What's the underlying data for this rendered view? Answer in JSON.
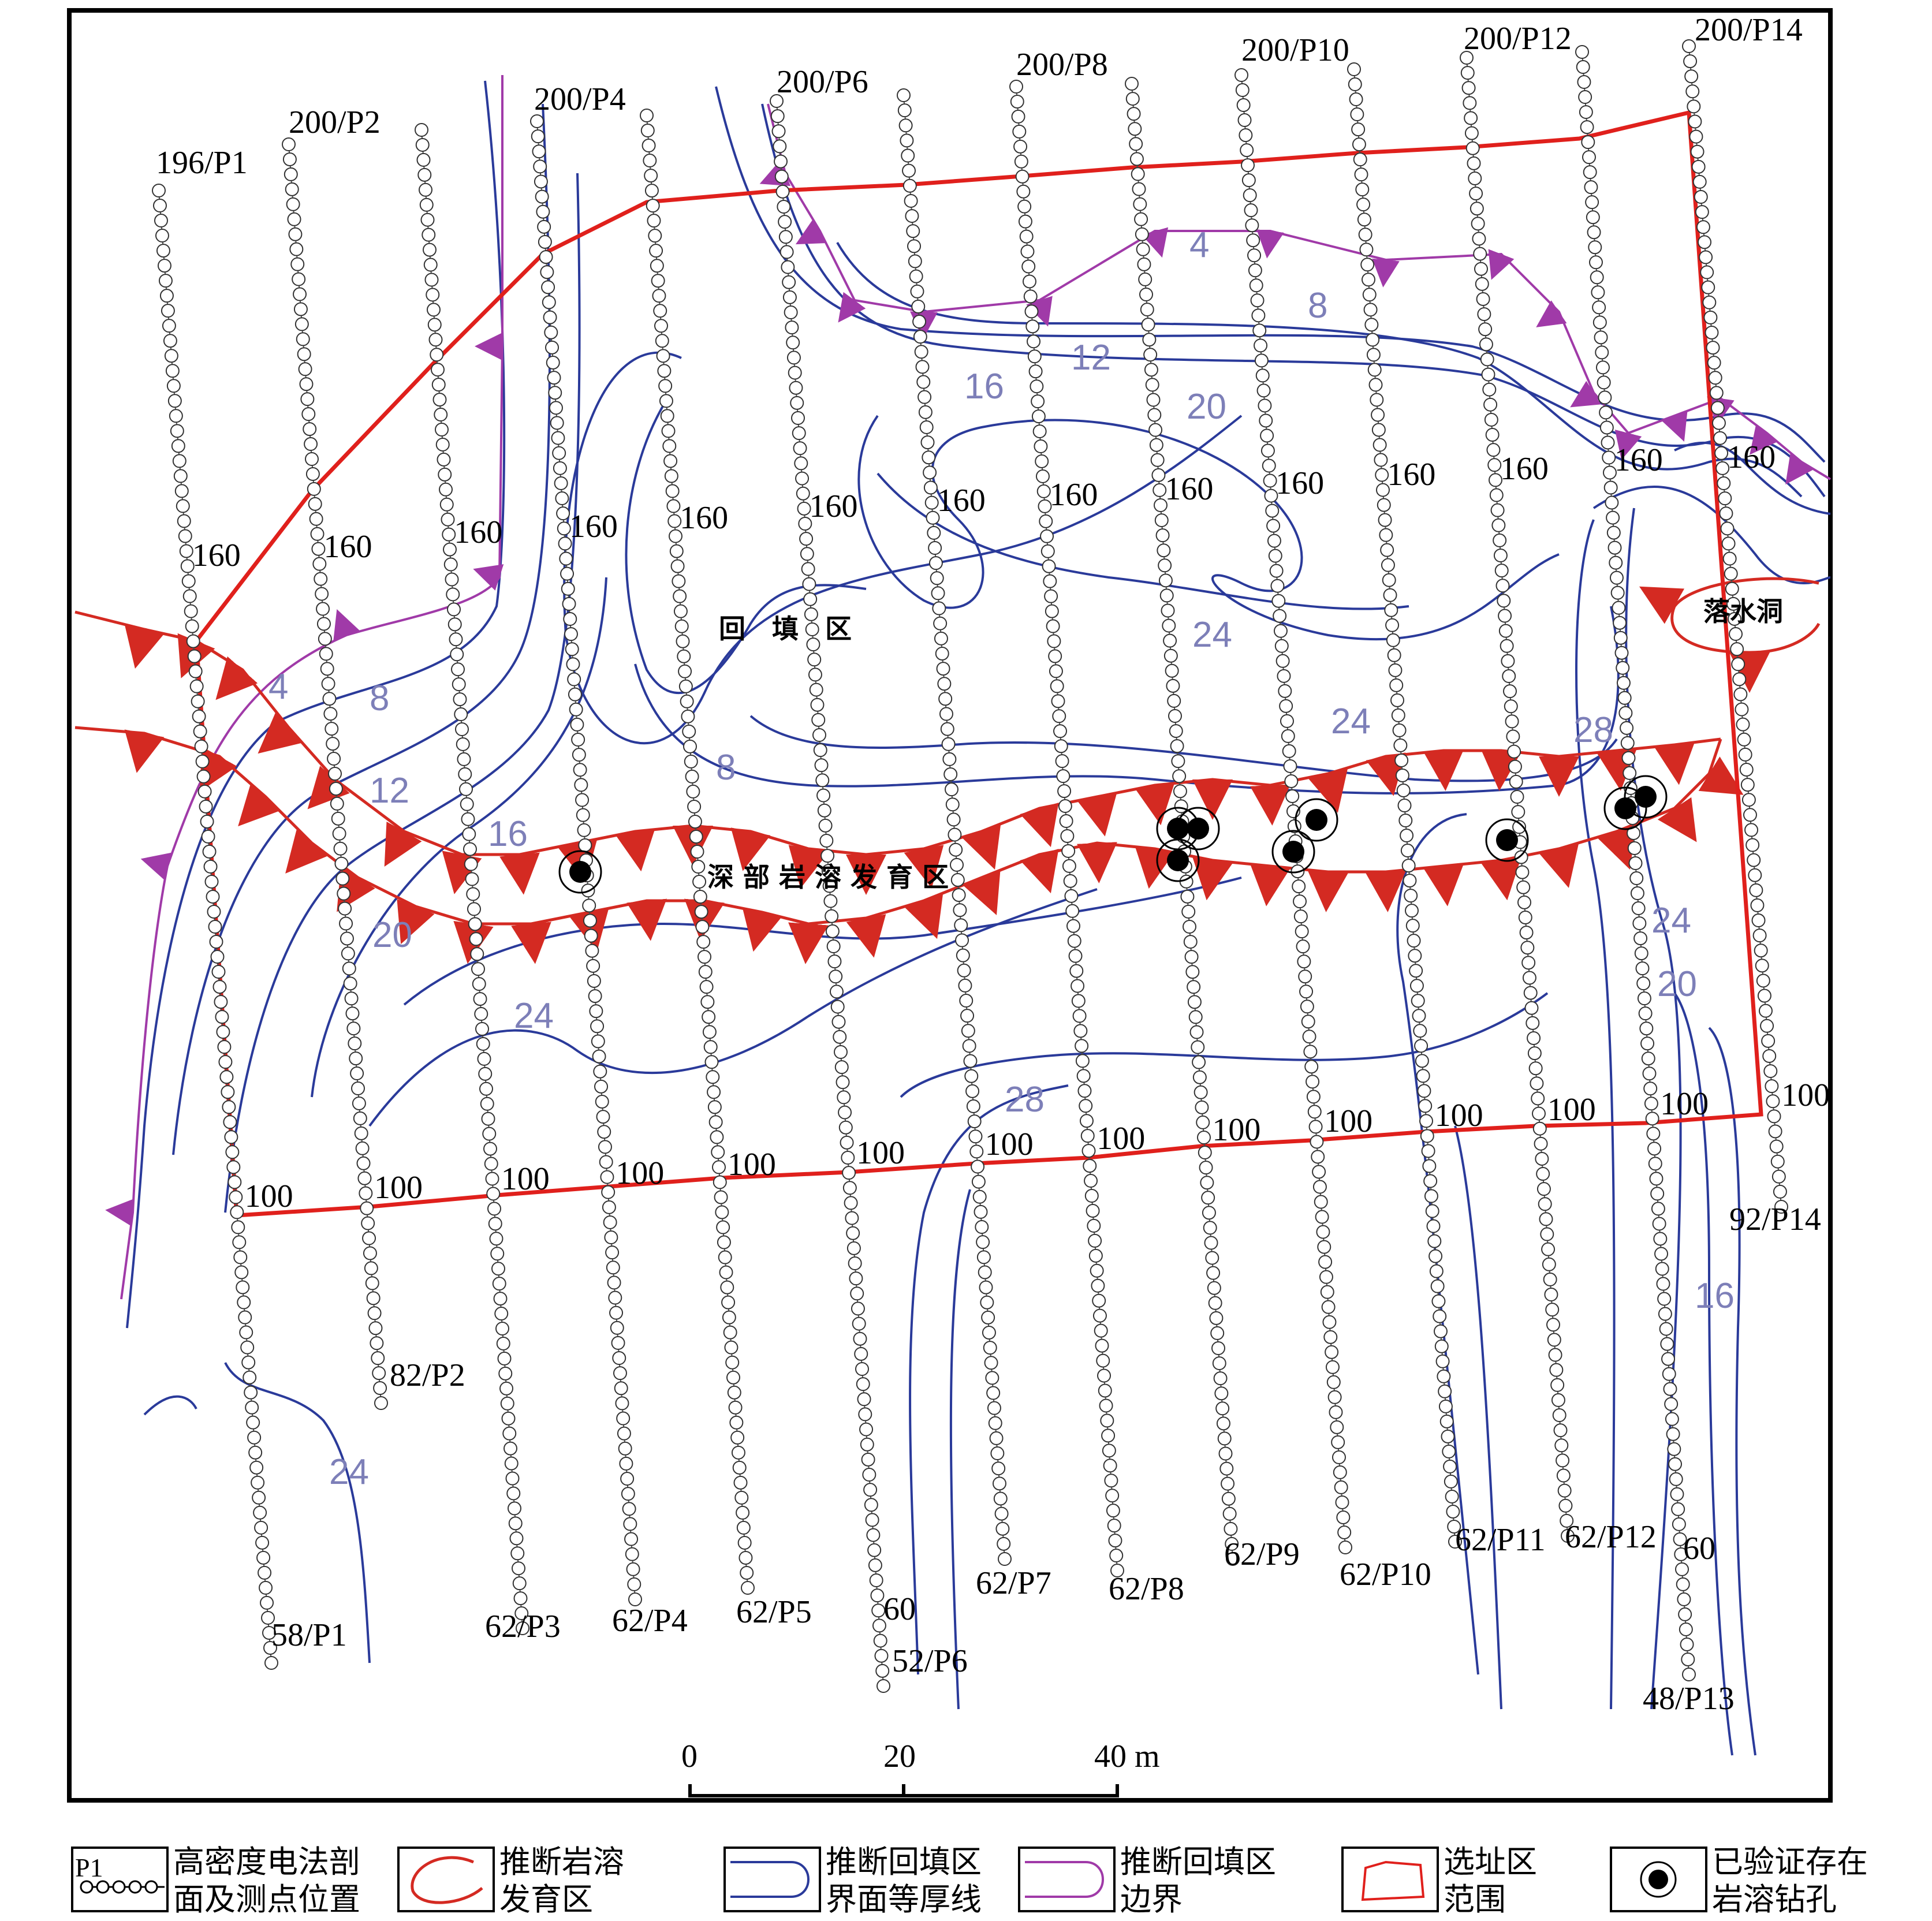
{
  "profiles": [
    {
      "id": "P1",
      "top": "196/P1",
      "bottom": "58/P1",
      "mid": "160",
      "low": "100"
    },
    {
      "id": "P2",
      "top": "200/P2",
      "bottom": "82/P2",
      "mid": "160",
      "low": "100"
    },
    {
      "id": "P3",
      "top": "",
      "bottom": "62/P3",
      "mid": "160",
      "low": "100"
    },
    {
      "id": "P4",
      "top": "200/P4",
      "bottom": "62/P4",
      "mid": "160",
      "low": "100"
    },
    {
      "id": "P5",
      "top": "",
      "bottom": "62/P5",
      "mid": "160",
      "low": "100"
    },
    {
      "id": "P6",
      "top": "200/P6",
      "bottom": "52/P6",
      "mid": "160",
      "low": "100"
    },
    {
      "id": "P7",
      "top": "",
      "bottom": "62/P7",
      "mid": "160",
      "low": "100"
    },
    {
      "id": "P8",
      "top": "200/P8",
      "bottom": "62/P8",
      "mid": "160",
      "low": "100"
    },
    {
      "id": "P9",
      "top": "",
      "bottom": "62/P9",
      "mid": "160",
      "low": "100"
    },
    {
      "id": "P10",
      "top": "200/P10",
      "bottom": "62/P10",
      "mid": "160",
      "low": "100"
    },
    {
      "id": "P11",
      "top": "",
      "bottom": "62/P11",
      "mid": "160",
      "low": "100"
    },
    {
      "id": "P12",
      "top": "200/P12",
      "bottom": "62/P12",
      "mid": "160",
      "low": "100"
    },
    {
      "id": "P13",
      "top": "",
      "bottom": "48/P13",
      "mid": "160",
      "low": "100"
    },
    {
      "id": "P14",
      "top": "200/P14",
      "bottom": "92/P14",
      "mid": "160",
      "low": "100"
    }
  ],
  "extra_labels": {
    "p6_60": "60",
    "p13_60": "60"
  },
  "contour_labels": [
    "4",
    "8",
    "12",
    "16",
    "20",
    "24",
    "28",
    "4",
    "8",
    "12",
    "16",
    "20",
    "24",
    "28",
    "24",
    "8",
    "24",
    "20",
    "16"
  ],
  "zones": {
    "backfill": "回　填　区",
    "deep_karst": "深 部 岩 溶 发 育 区",
    "sinkhole": "落水洞"
  },
  "scale": {
    "tick0": "0",
    "tick1": "20",
    "tick2": "40 m"
  },
  "legend": {
    "profile_tag": "P1",
    "profile_l1": "高密度电法剖",
    "profile_l2": "面及测点位置",
    "karst_l1": "推断岩溶",
    "karst_l2": "发育区",
    "contour_l1": "推断回填区",
    "contour_l2": "界面等厚线",
    "boundary_l1": "推断回填区",
    "boundary_l2": "边界",
    "site_l1": "选址区",
    "site_l2": "范围",
    "drill_l1": "已验证存在",
    "drill_l2": "岩溶钻孔"
  },
  "colors": {
    "site": "#e0201c",
    "contour": "#2a3a9a",
    "boundary": "#a03aa8",
    "karst": "#d42a22"
  }
}
